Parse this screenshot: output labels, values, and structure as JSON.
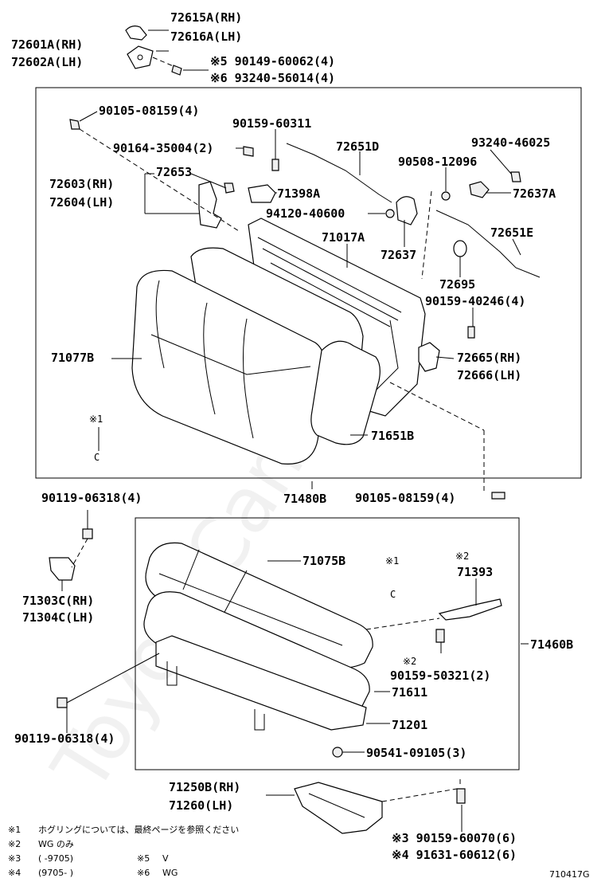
{
  "watermark": "ToyotaCamry.ru",
  "figure_code": "710417G",
  "labels": {
    "p72615A": "72615A(RH)",
    "p72616A": "72616A(LH)",
    "p72601A": "72601A(RH)",
    "p72602A": "72602A(LH)",
    "p90149": "※5 90149-60062(4)",
    "p93240a": "※6 93240-56014(4)",
    "p90105a": "90105-08159(4)",
    "p90159a": "90159-60311",
    "p90164": "90164-35004(2)",
    "p72651D": "72651D",
    "p93240b": "93240-46025",
    "p90508": "90508-12096",
    "p72603": "72603(RH)",
    "p72653": "72653",
    "p72604": "72604(LH)",
    "p71398A": "71398A",
    "p72637A": "72637A",
    "p94120": "94120-40600",
    "p71017A": "71017A",
    "p72651E": "72651E",
    "p72637": "72637",
    "p72695": "72695",
    "p90159b": "90159-40246(4)",
    "p71077B": "71077B",
    "p72665": "72665(RH)",
    "p72666": "72666(LH)",
    "p1a_mark": "※1",
    "p1a_c": "C",
    "p71651B": "71651B",
    "p90119a": "90119-06318(4)",
    "p71480B": "71480B",
    "p90105b": "90105-08159(4)",
    "p71075B": "71075B",
    "p1b_mark": "※1",
    "p1b_c": "C",
    "p2a_mark": "※2",
    "p71393": "71393",
    "p71303C": "71303C(RH)",
    "p71304C": "71304C(LH)",
    "p71460B": "71460B",
    "p2b_mark": "※2",
    "p90159c": "90159-50321(2)",
    "p71611": "71611",
    "p90119b": "90119-06318(4)",
    "p71201": "71201",
    "p90541": "90541-09105(3)",
    "p71250B": "71250B(RH)",
    "p71260": "71260(LH)",
    "p90159d": "※3 90159-60070(6)",
    "p91631": "※4 91631-60612(6)"
  },
  "notes": [
    {
      "mark": "※1",
      "text": "ホグリングについては、最終ページを参照ください"
    },
    {
      "mark": "※2",
      "text": "WG のみ"
    },
    {
      "mark": "※3",
      "text": "(     -9705)"
    },
    {
      "mark": "※4",
      "text": "(9705-     )"
    }
  ],
  "notes_right": [
    {
      "mark": "※5",
      "text": "V"
    },
    {
      "mark": "※6",
      "text": "WG"
    }
  ]
}
